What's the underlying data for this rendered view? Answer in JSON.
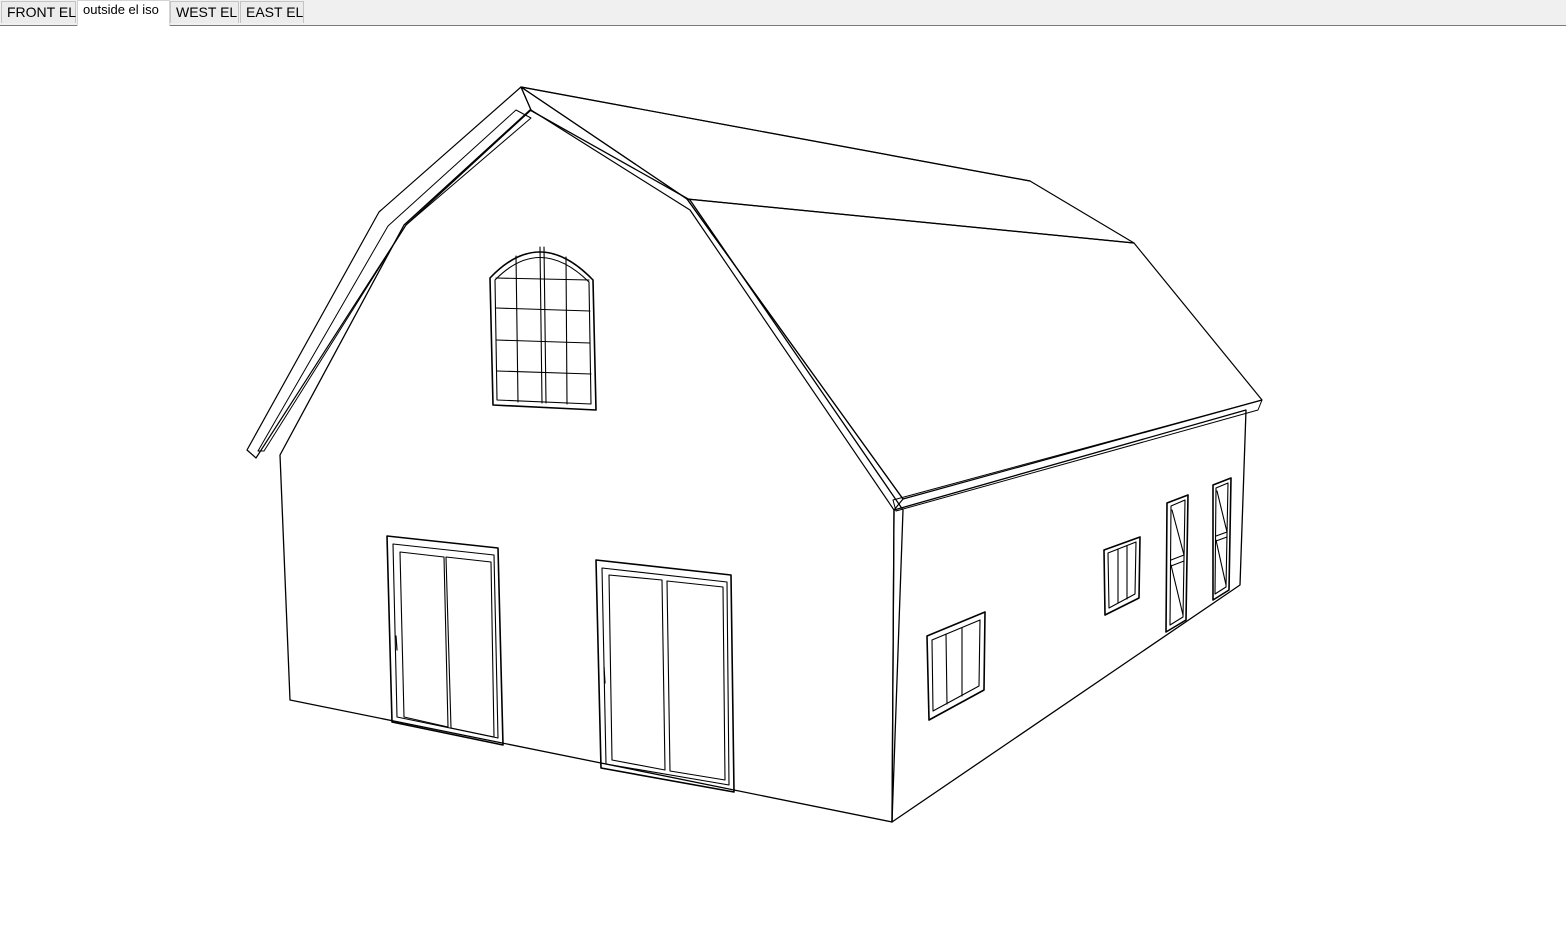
{
  "tabs": [
    {
      "label": "FRONT EL",
      "active": false
    },
    {
      "label": "outside el iso",
      "active": true
    },
    {
      "label": "WEST EL",
      "active": false
    },
    {
      "label": "EAST EL",
      "active": false
    }
  ],
  "scene": {
    "subject": "barn-3d-model",
    "colors": {
      "background": "#ffffff",
      "gable_wall": "#ffffff",
      "side_wall": "#dadada",
      "lower_roof": "#c6c6c6",
      "upper_roof": "#a9a9a9",
      "fascia_shadow": "#9e9e9e",
      "edge": "#000000"
    }
  }
}
